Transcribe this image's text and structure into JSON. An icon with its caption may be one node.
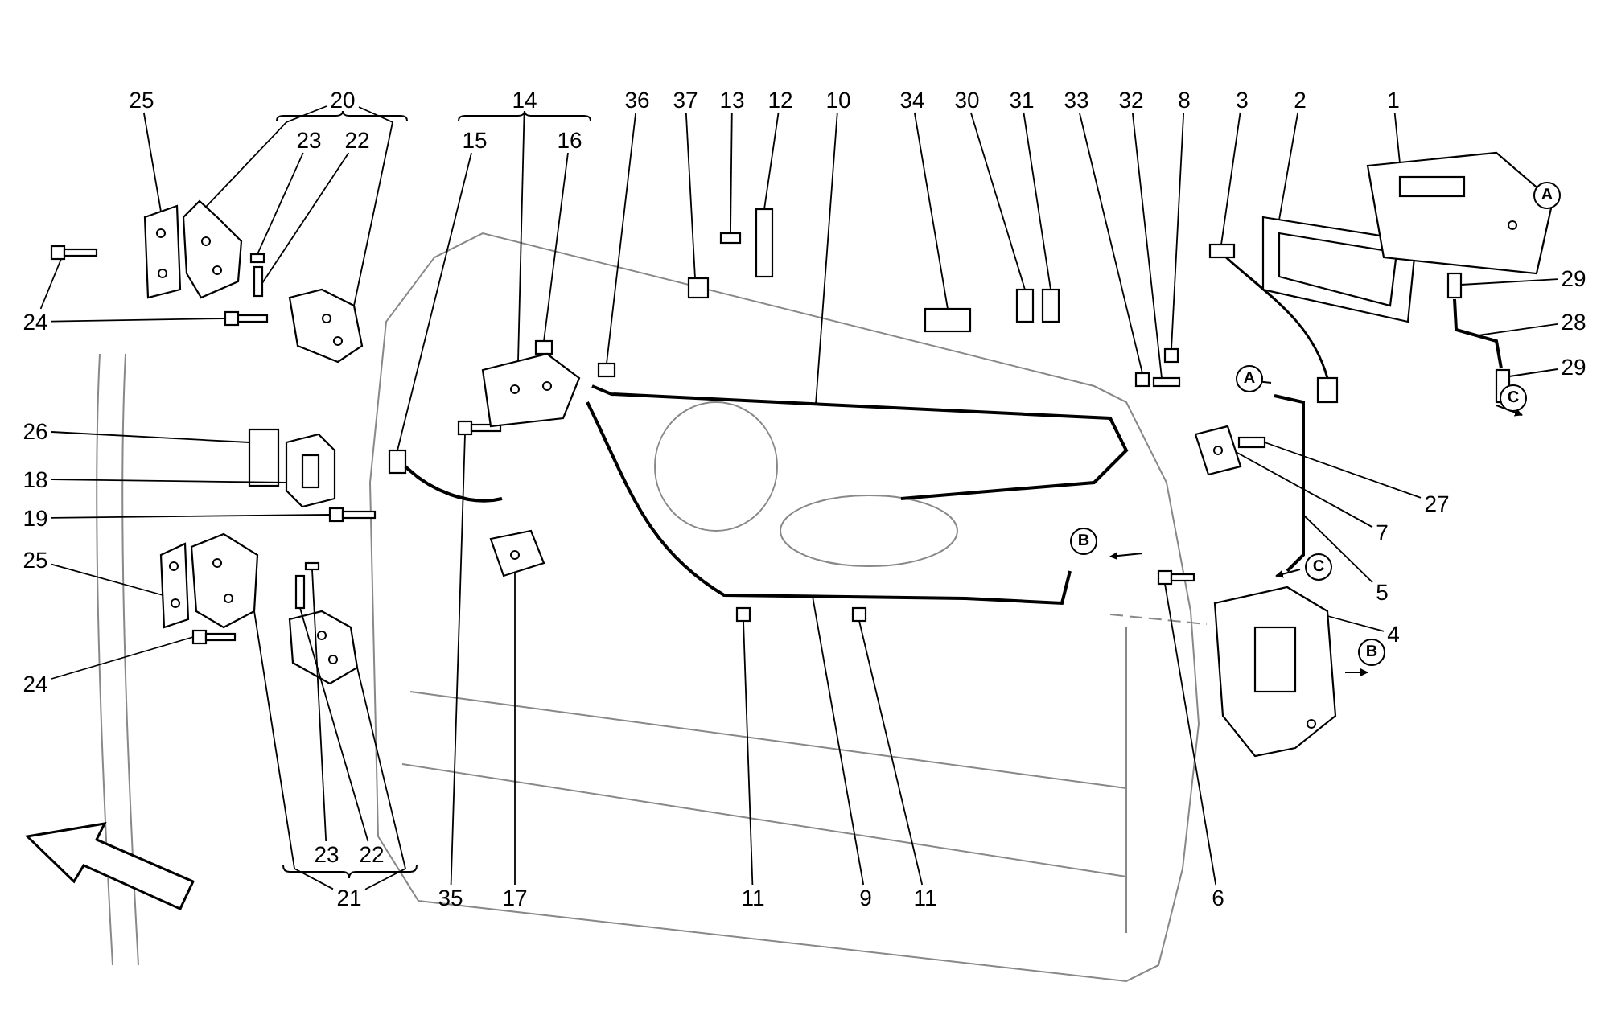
{
  "diagram": {
    "nodes": [
      {
        "text": [
          "25"
        ]
      },
      {
        "text": [
          "23"
        ]
      },
      {
        "text": [
          "22"
        ]
      },
      {
        "text": [
          "24"
        ]
      },
      {
        "text": [
          "15"
        ]
      },
      {
        "text": [
          "16"
        ]
      },
      {
        "text": [
          "36"
        ]
      },
      {
        "text": [
          "37"
        ]
      },
      {
        "text": [
          "13"
        ]
      },
      {
        "text": [
          "12"
        ]
      },
      {
        "text": [
          "10"
        ]
      },
      {
        "text": [
          "34"
        ]
      },
      {
        "text": [
          "30"
        ]
      },
      {
        "text": [
          "31"
        ]
      },
      {
        "text": [
          "33"
        ]
      },
      {
        "text": [
          "32"
        ]
      },
      {
        "text": [
          "8"
        ]
      },
      {
        "text": [
          "3"
        ]
      },
      {
        "text": [
          "2"
        ]
      },
      {
        "text": [
          "1"
        ]
      },
      {
        "text": [
          "29"
        ]
      },
      {
        "text": [
          "28"
        ]
      },
      {
        "text": [
          "29"
        ]
      },
      {
        "text": [
          "27"
        ]
      },
      {
        "text": [
          "7"
        ]
      },
      {
        "text": [
          "5"
        ]
      },
      {
        "text": [
          "4"
        ]
      },
      {
        "text": [
          "26"
        ]
      },
      {
        "text": [
          "18"
        ]
      },
      {
        "text": [
          "19"
        ]
      },
      {
        "text": [
          "25"
        ]
      },
      {
        "text": [
          "24"
        ]
      },
      {
        "text": [
          "23"
        ]
      },
      {
        "text": [
          "22"
        ]
      },
      {
        "text": [
          "35"
        ]
      },
      {
        "text": [
          "17"
        ]
      },
      {
        "text": [
          "11"
        ]
      },
      {
        "text": [
          "9"
        ]
      },
      {
        "text": [
          "11"
        ]
      },
      {
        "text": [
          "6"
        ]
      },
      {
        "text": [
          "20"
        ]
      },
      {
        "text": [
          "14"
        ]
      },
      {
        "text": [
          "21"
        ]
      },
      {
        "text": [],
        "shape": "picture"
      },
      {
        "text": [],
        "shape": "box"
      },
      {
        "text": [],
        "shape": "box"
      },
      {
        "text": [],
        "shape": "picture"
      },
      {
        "text": [],
        "shape": "picture"
      },
      {
        "text": [],
        "shape": "picture"
      },
      {
        "text": [],
        "shape": "box"
      },
      {
        "text": [],
        "shape": "box"
      },
      {
        "text": [],
        "shape": "box"
      },
      {
        "text": [],
        "shape": "box"
      },
      {
        "text": [],
        "shape": "box"
      },
      {
        "text": [],
        "shape": "picture"
      },
      {
        "text": [],
        "shape": "box"
      },
      {
        "text": [],
        "shape": "box"
      },
      {
        "text": [],
        "shape": "box"
      },
      {
        "text": [],
        "shape": "box"
      },
      {
        "text": [],
        "shape": "box"
      },
      {
        "text": [],
        "shape": "box"
      },
      {
        "text": [],
        "shape": "picture"
      },
      {
        "text": [],
        "shape": "picture"
      },
      {
        "text": [],
        "shape": "picture"
      },
      {
        "text": [],
        "shape": "box"
      },
      {
        "text": [],
        "shape": "picture"
      },
      {
        "text": [],
        "shape": "box"
      },
      {
        "text": [],
        "shape": "box"
      },
      {
        "text": [],
        "shape": "picture"
      },
      {
        "text": [],
        "shape": "picture"
      },
      {
        "text": [],
        "shape": "picture"
      },
      {
        "text": [],
        "shape": "box"
      },
      {
        "text": [],
        "shape": "picture"
      },
      {
        "text": [],
        "shape": "picture"
      },
      {
        "text": [],
        "shape": "picture"
      },
      {
        "text": [],
        "shape": "picture"
      },
      {
        "text": [],
        "shape": "box"
      },
      {
        "text": [],
        "shape": "box"
      },
      {
        "text": [],
        "shape": "picture"
      },
      {
        "text": [],
        "shape": "picture"
      },
      {
        "text": [],
        "shape": "box"
      },
      {
        "text": [],
        "shape": "picture"
      },
      {
        "text": [],
        "shape": "box"
      },
      {
        "text": [],
        "shape": "picture"
      },
      {
        "text": [],
        "shape": "picture"
      },
      {
        "text": [],
        "shape": "picture"
      },
      {
        "text": [],
        "shape": "picture"
      },
      {
        "text": [],
        "shape": "picture"
      },
      {
        "text": [],
        "shape": "picture"
      }
    ],
    "edges": [
      {
        "from": 0,
        "to": 43,
        "arrow": "none"
      },
      {
        "from": 1,
        "to": 44,
        "arrow": "none"
      },
      {
        "from": 2,
        "to": 45,
        "arrow": "none"
      },
      {
        "from": 3,
        "to": 46,
        "arrow": "none"
      },
      {
        "from": 3,
        "to": 47,
        "arrow": "none"
      },
      {
        "from": 4,
        "to": 48,
        "arrow": "none"
      },
      {
        "from": 5,
        "to": 49,
        "arrow": "none"
      },
      {
        "from": 6,
        "to": 50,
        "arrow": "none"
      },
      {
        "from": 7,
        "to": 51,
        "arrow": "none"
      },
      {
        "from": 8,
        "to": 52,
        "arrow": "none"
      },
      {
        "from": 9,
        "to": 53,
        "arrow": "none"
      },
      {
        "from": 10,
        "to": 54,
        "arrow": "none"
      },
      {
        "from": 11,
        "to": 55,
        "arrow": "none"
      },
      {
        "from": 12,
        "to": 56,
        "arrow": "none"
      },
      {
        "from": 13,
        "to": 57,
        "arrow": "none"
      },
      {
        "from": 14,
        "to": 58,
        "arrow": "none"
      },
      {
        "from": 15,
        "to": 59,
        "arrow": "none"
      },
      {
        "from": 16,
        "to": 60,
        "arrow": "none"
      },
      {
        "from": 17,
        "to": 61,
        "arrow": "none"
      },
      {
        "from": 18,
        "to": 62,
        "arrow": "none"
      },
      {
        "from": 19,
        "to": 63,
        "arrow": "none"
      },
      {
        "from": 20,
        "to": 64,
        "arrow": "none"
      },
      {
        "from": 21,
        "to": 65,
        "arrow": "none"
      },
      {
        "from": 22,
        "to": 66,
        "arrow": "none"
      },
      {
        "from": 23,
        "to": 67,
        "arrow": "none"
      },
      {
        "from": 24,
        "to": 68,
        "arrow": "none"
      },
      {
        "from": 25,
        "to": 69,
        "arrow": "none"
      },
      {
        "from": 26,
        "to": 70,
        "arrow": "none"
      },
      {
        "from": 27,
        "to": 71,
        "arrow": "none"
      },
      {
        "from": 28,
        "to": 72,
        "arrow": "none"
      },
      {
        "from": 29,
        "to": 73,
        "arrow": "none"
      },
      {
        "from": 30,
        "to": 74,
        "arrow": "none"
      },
      {
        "from": 31,
        "to": 75,
        "arrow": "none"
      },
      {
        "from": 32,
        "to": 76,
        "arrow": "none"
      },
      {
        "from": 33,
        "to": 77,
        "arrow": "none"
      },
      {
        "from": 34,
        "to": 78,
        "arrow": "none"
      },
      {
        "from": 35,
        "to": 79,
        "arrow": "none"
      },
      {
        "from": 36,
        "to": 80,
        "arrow": "none"
      },
      {
        "from": 37,
        "to": 81,
        "arrow": "none"
      },
      {
        "from": 38,
        "to": 82,
        "arrow": "none"
      },
      {
        "from": 39,
        "to": 83,
        "arrow": "none"
      },
      {
        "from": 40,
        "to": 84,
        "arrow": "none"
      },
      {
        "from": 40,
        "to": 85,
        "arrow": "none"
      },
      {
        "from": 41,
        "to": 86,
        "arrow": "none"
      },
      {
        "from": 42,
        "to": 87,
        "arrow": "none"
      },
      {
        "from": 42,
        "to": 88,
        "arrow": "none"
      }
    ],
    "labels": [
      "A",
      "A",
      "B",
      "C",
      "C",
      "B"
    ]
  }
}
